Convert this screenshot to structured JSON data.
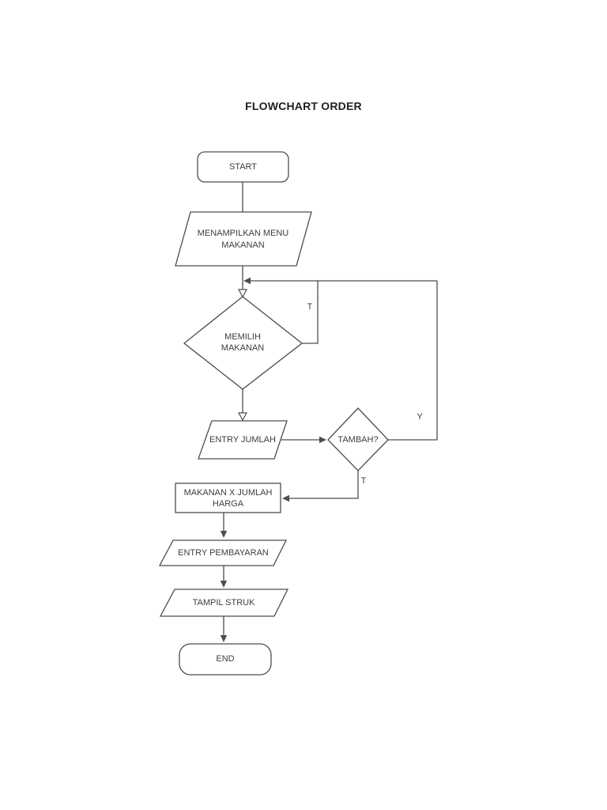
{
  "title": "FLOWCHART ORDER",
  "colors": {
    "stroke": "#4d4d4d",
    "text": "#3d3d3d",
    "background": "#ffffff"
  },
  "nodes": {
    "start": {
      "type": "terminator",
      "label": "START"
    },
    "menampilkan_menu": {
      "type": "input-output",
      "label": "MENAMPILKAN MENU\nMAKANAN"
    },
    "memilih_makanan": {
      "type": "decision",
      "label": "MEMILIH\nMAKANAN"
    },
    "entry_jumlah": {
      "type": "input-output",
      "label": "ENTRY JUMLAH"
    },
    "tambah": {
      "type": "decision",
      "label": "TAMBAH?"
    },
    "makanan_x_jumlah": {
      "type": "process",
      "label": "MAKANAN X JUMLAH\nHARGA"
    },
    "entry_pembayaran": {
      "type": "input-output",
      "label": "ENTRY PEMBAYARAN"
    },
    "tampil_struk": {
      "type": "input-output",
      "label": "TAMPIL STRUK"
    },
    "end": {
      "type": "terminator",
      "label": "END"
    }
  },
  "edge_labels": {
    "memilih_loop_t": "T",
    "tambah_yes_y": "Y",
    "tambah_no_t": "T"
  }
}
